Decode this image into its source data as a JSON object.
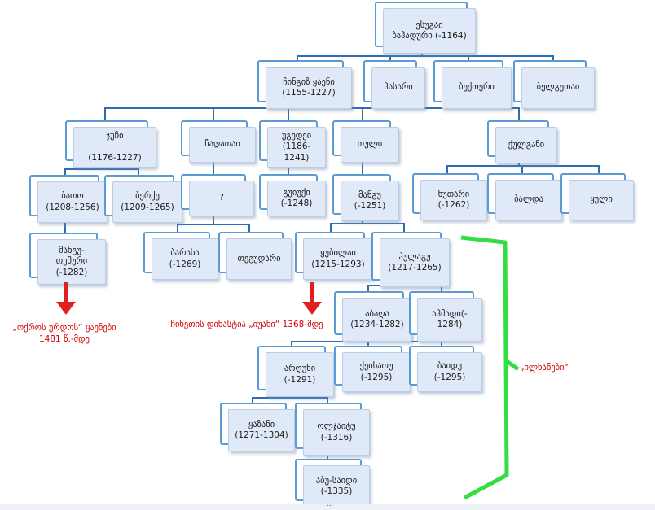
{
  "nodes": {
    "yesugei": "ესუგაი\nბაჰადური  (-1164)",
    "chinggis": "ჩინგიზ ყაენი\n(1155-1227)",
    "khasar": "ჰასარი",
    "belgutei2": "ბექთერი",
    "belgutei": "ბელგუთაი",
    "jochi": "ჯუჩი\n\n(1176-1227)",
    "chagatai": "ჩაღათაი",
    "ogedei": "უგედეი\n(1186-\n1241)",
    "tolui": "თული",
    "kulgan": "ქულგანი",
    "batu": "ბათო\n(1208-1256)",
    "berke": "ბერქე\n(1209-1265)",
    "unknown": "?",
    "guyuk": "გუიუქი\n(-1248)",
    "mongke": "მანგუ\n(-1251)",
    "khutari": "ხუთარი\n(-1262)",
    "balda": "ბალდა",
    "yuli": "ყული",
    "mengu_temur": "მანგუ-\nთემური\n(-1282)",
    "baraq": "ბარახა\n(-1269)",
    "teguder": "თეგუდარი",
    "kublai": "ყუბილაი\n(1215-1293)",
    "hulagu": "ჰულაგუ\n(1217-1265)",
    "abaqa": "აბაღა\n(1234-1282)",
    "ahmad": "აჰმადი(-\n1284)",
    "arghun": "არღუნი\n(-1291)",
    "gaykhatu": "ქეიხათუ\n(-1295)",
    "baydu": "ბაიდუ\n(-1295)",
    "ghazan": "ყაზანი\n(1271-1304)",
    "oljaitu": "ოლჯაიტუ\n(-1316)",
    "abu_said": "აბუ-საიდი\n(-1335)"
  },
  "annotations": {
    "golden_horde": "„ოქროს ურდოს“ ყაენები\n1481 წ.-მდე",
    "yuan": "ჩინეთის დინასტია „იუანი“ 1368-მდე",
    "ilkhans": "„ილხანები“",
    "continuation": "..."
  },
  "colors": {
    "connector": "#2e6db4",
    "node_border": "#5b9bd5",
    "node_fill": "#dfe9f7",
    "arrow": "#e02020",
    "bracket": "#33dd44",
    "note_text": "#d40000"
  }
}
